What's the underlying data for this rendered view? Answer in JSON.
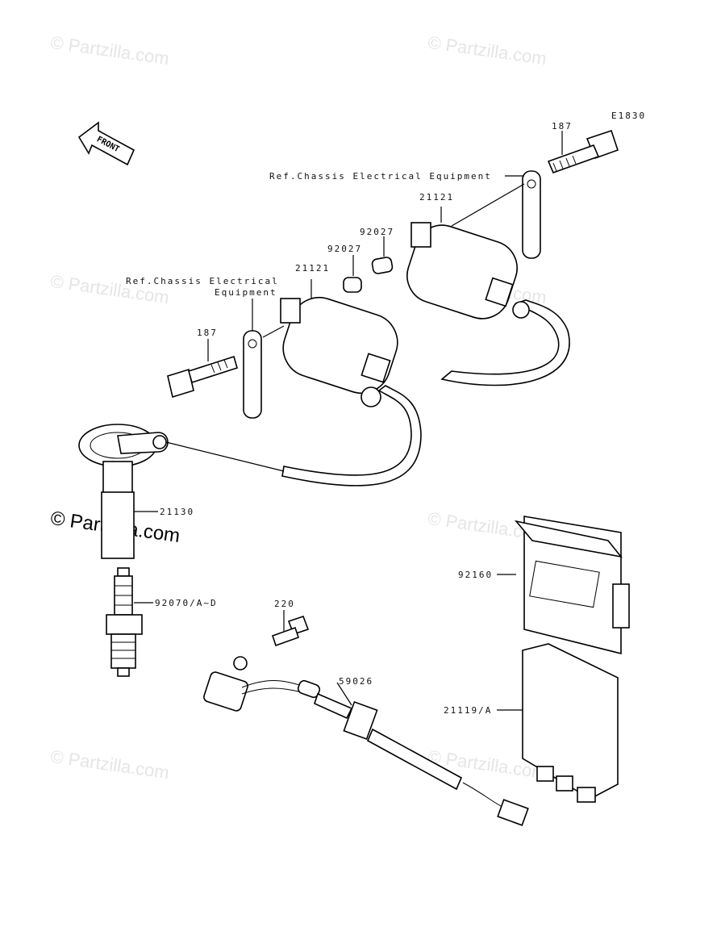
{
  "watermarks": {
    "text": "© Partzilla.com",
    "main": "© Partzilla.com"
  },
  "figure_code": "E1830",
  "front_arrow": "FRONT",
  "labels": {
    "bolt_187_top": "187",
    "bolt_187_left": "187",
    "ref_chassis_top": "Ref.Chassis Electrical Equipment",
    "ref_chassis_left_line1": "Ref.Chassis Electrical",
    "ref_chassis_left_line2": "Equipment",
    "coil_21121_right": "21121",
    "coil_21121_left": "21121",
    "spacer_92027_right": "92027",
    "spacer_92027_left": "92027",
    "cap_21130": "21130",
    "spark_plug": "92070/A~D",
    "screw_220": "220",
    "connector_59026": "59026",
    "case_92160": "92160",
    "igniter_21119": "21119/A"
  },
  "icons": {
    "front": "front-arrow-icon"
  }
}
